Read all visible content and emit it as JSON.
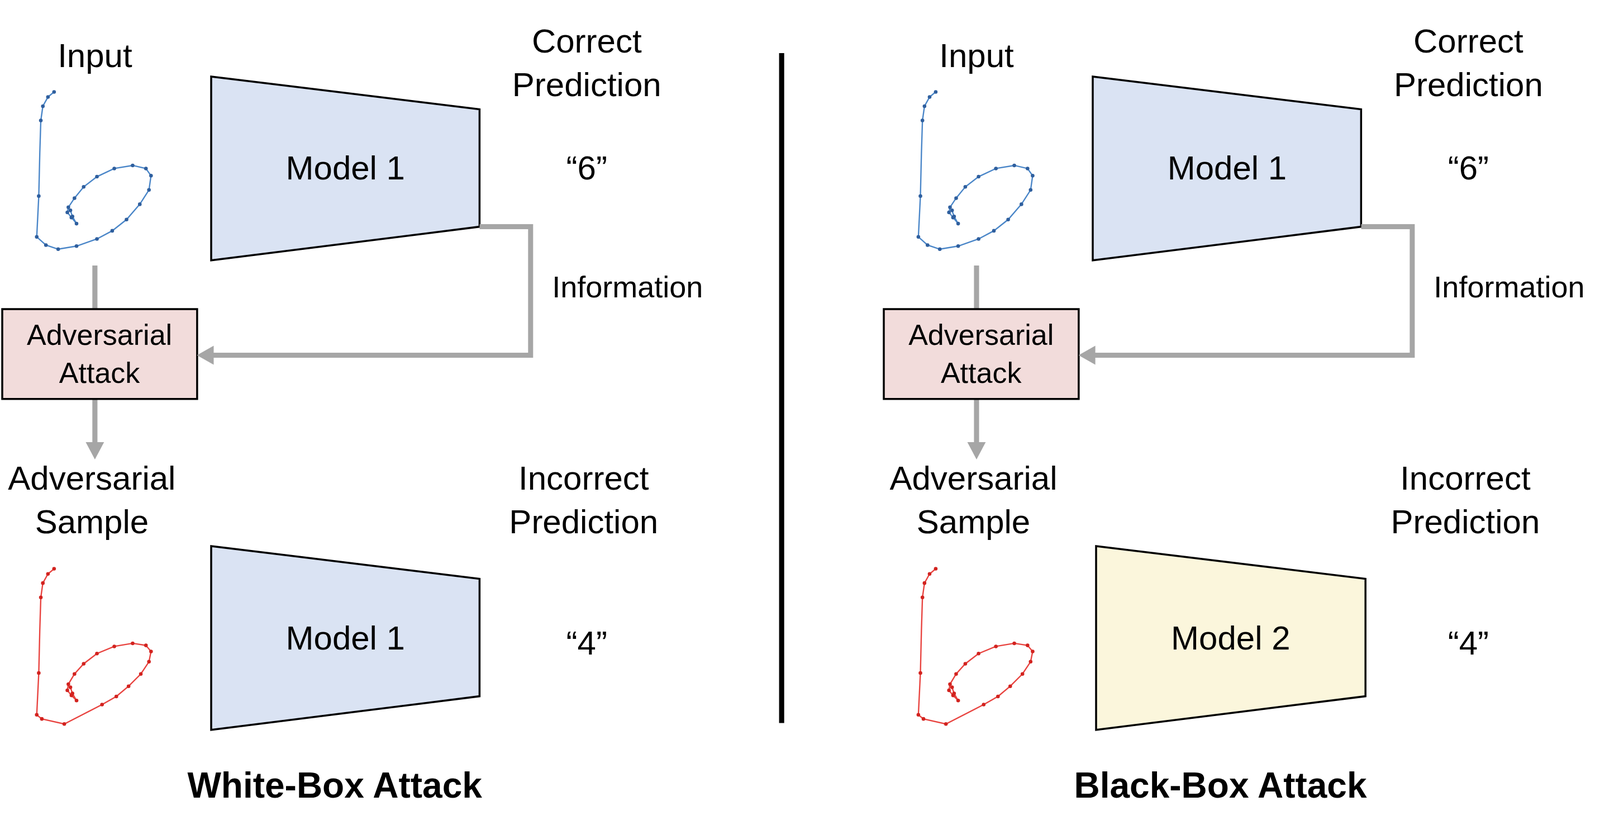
{
  "diagram": {
    "nodes": [
      {
        "text": [
          "Model 1"
        ]
      },
      {
        "text": [
          "Adversarial Attack"
        ]
      },
      {
        "text": [
          "Model 1"
        ]
      },
      {
        "text": [
          "Model 1"
        ]
      },
      {
        "text": [
          "Adversarial Attack"
        ]
      },
      {
        "text": [
          "Model 2"
        ]
      }
    ],
    "edges": [
      {
        "from": 0,
        "to": 1,
        "arrow": "to",
        "label": "Information"
      },
      {
        "from": 3,
        "to": 4,
        "arrow": "to",
        "label": "Information"
      }
    ],
    "labels": [
      "Input",
      "Correct Prediction",
      "“6”",
      "Adversarial Sample",
      "Incorrect Prediction",
      "“4”",
      "White-Box Attack",
      "Input",
      "Correct Prediction",
      "“6”",
      "Adversarial Sample",
      "Incorrect Prediction",
      "“4”",
      "Black-Box Attack"
    ]
  }
}
